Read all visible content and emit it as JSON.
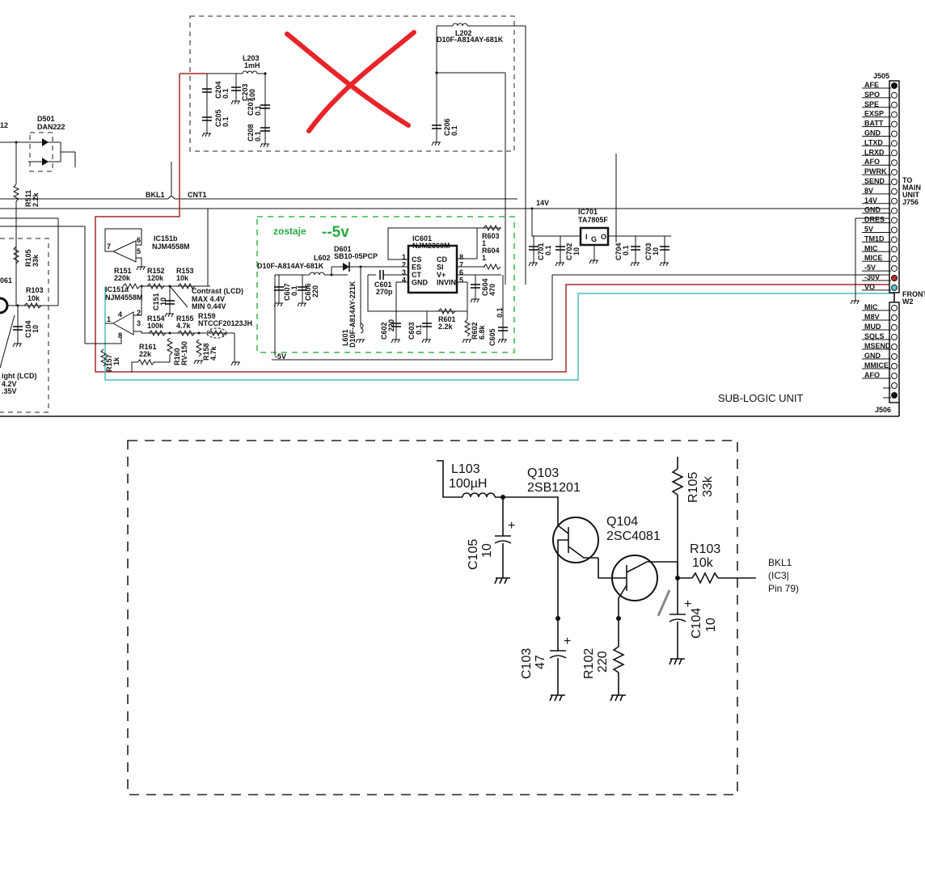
{
  "colors": {
    "red_trace": "#a3282a",
    "cyan_trace": "#4bbcbc",
    "annotation_red": "#e8242a",
    "annotation_green": "#2aa845"
  },
  "nets": {
    "bkl1": "BKL1",
    "cnt1": "CNT1",
    "v14": "14V",
    "m5v": "-5V"
  },
  "top_module": {
    "l203": {
      "ref": "L203",
      "val": "1mH"
    },
    "c204": {
      "ref": "C204",
      "val": "0.1"
    },
    "c205": {
      "ref": "C205",
      "val": "0.1"
    },
    "c203": {
      "ref": "C203",
      "val": "100"
    },
    "c207": {
      "ref": "C207",
      "val": "0.1"
    },
    "c208": {
      "ref": "C208",
      "val": "0.1"
    },
    "l202": {
      "ref": "L202",
      "val": "D10F-A814AY-681K"
    },
    "c206": {
      "ref": "C206",
      "val": "0.1"
    }
  },
  "left": {
    "d501": {
      "ref": "D501",
      "val": "DAN222"
    },
    "r511": {
      "ref": "R511",
      "val": "2.2k"
    },
    "r105": {
      "ref": "R105",
      "val": "33k"
    },
    "r103": {
      "ref": "R103",
      "val": "10k"
    },
    "c104": {
      "ref": "C104",
      "val": "10"
    },
    "frag_12": "12",
    "frag_061": "061",
    "frag_light": "ight (LCD)",
    "frag_v1": "4.2V",
    "frag_v2": ".35V"
  },
  "contrast": {
    "ic151b": {
      "ref": "IC151b",
      "val": "NJM4558M",
      "pins": [
        "7",
        "6",
        "5"
      ]
    },
    "ic151a": {
      "ref": "IC151a",
      "val": "NJM4558M",
      "pins": [
        "4",
        "2",
        "3",
        "1",
        "8"
      ]
    },
    "r151": {
      "ref": "R151",
      "val": "220k"
    },
    "r152": {
      "ref": "R152",
      "val": "120k"
    },
    "r153": {
      "ref": "R153",
      "val": "10k"
    },
    "contrast_label": "Contrast (LCD)",
    "max": "MAX 4.4V",
    "min": "MIN 0.44V",
    "c151": {
      "ref": "C151",
      "val": "10"
    },
    "r154": {
      "ref": "R154",
      "val": "100k"
    },
    "r155": {
      "ref": "R155",
      "val": "4.7k"
    },
    "r159": {
      "ref": "R159",
      "val": "NTCCF20123JH"
    },
    "r161": {
      "ref": "R161",
      "val": "22k"
    },
    "r160": {
      "ref": "R160",
      "val": "RV-150"
    },
    "r158": {
      "ref": "R158",
      "val": "4.7k"
    },
    "r157": {
      "ref": "R157",
      "val": "1k"
    }
  },
  "neg5": {
    "annotation_word": "zostaje",
    "annotation_value": "--5v",
    "d601": {
      "ref": "D601",
      "val": "SB10-05PCP"
    },
    "l602": {
      "ref": "L602",
      "val": "D10F-A814AY-681K"
    },
    "c607": {
      "ref": "C607",
      "val": "0.1"
    },
    "c606": {
      "ref": "C606",
      "val": "220"
    },
    "l601": {
      "ref": "L601",
      "val": "D10F-A814AY-221K"
    },
    "ic601": {
      "ref": "IC601",
      "val": "NJM2360M",
      "left_pins": [
        "CS",
        "ES",
        "CT",
        "GND"
      ],
      "right_pins": [
        "CD",
        "SI",
        "V+",
        "INVIN"
      ],
      "left_nums": [
        "1",
        "2",
        "3",
        "4"
      ],
      "right_nums": [
        "8",
        "7",
        "6",
        "5"
      ]
    },
    "c601": {
      "ref": "C601",
      "val": "270p"
    },
    "c602": {
      "ref": "C602",
      "val": "220"
    },
    "c603": {
      "ref": "C603",
      "val": "0.1"
    },
    "r601": {
      "ref": "R601",
      "val": "2.2k"
    },
    "r602": {
      "ref": "R602",
      "val": "6.8k"
    },
    "c604": {
      "ref": "C604",
      "val": "470"
    },
    "c605": {
      "ref": "C605",
      "val": "0.1"
    },
    "r603": {
      "ref": "R603",
      "val": "1"
    },
    "r604": {
      "ref": "R604",
      "val": "1"
    }
  },
  "reg": {
    "ic701": {
      "ref": "IC701",
      "val": "TA7805F",
      "pins": [
        "I",
        "G",
        "O"
      ]
    },
    "c701": {
      "ref": "C701",
      "val": "0.1"
    },
    "c702": {
      "ref": "C702",
      "val": "10"
    },
    "c704": {
      "ref": "C704",
      "val": "0.1"
    },
    "c703": {
      "ref": "C703",
      "val": "10"
    }
  },
  "connector": {
    "j505": "J505",
    "j505_pins": [
      "AFE",
      "SPO",
      "SPE",
      "EXSP",
      "BATT",
      "GND",
      "LTXD",
      "LRXD",
      "AFO",
      "PWRK",
      "SEND",
      "8V",
      "14V",
      "GND",
      "DRES",
      "5V",
      "TM1D",
      "MIC",
      "MICE",
      "-5V",
      "-30V",
      "VO"
    ],
    "to_main": [
      "TO",
      "MAIN",
      "UNIT",
      "J756"
    ],
    "front": "FRONT",
    "w2": "W2",
    "j506": "J506",
    "j506_pins": [
      "MIC",
      "M8V",
      "MUD",
      "SQLS",
      "MSEND",
      "GND",
      "MMICE",
      "AFO",
      "",
      ""
    ]
  },
  "unit_label": "SUB-LOGIC UNIT",
  "bottom": {
    "l103": {
      "ref": "L103",
      "val": "100µH"
    },
    "q103": {
      "ref": "Q103",
      "val": "2SB1201"
    },
    "q104": {
      "ref": "Q104",
      "val": "2SC4081"
    },
    "r105": {
      "ref": "R105",
      "val": "33k"
    },
    "r103": {
      "ref": "R103",
      "val": "10k"
    },
    "c105": {
      "ref": "C105",
      "val": "10"
    },
    "c103": {
      "ref": "C103",
      "val": "47"
    },
    "r102": {
      "ref": "R102",
      "val": "220"
    },
    "c104": {
      "ref": "C104",
      "val": "10"
    },
    "bkl1_lines": [
      "BKL1",
      "(IC3|",
      "Pin 79)"
    ]
  }
}
